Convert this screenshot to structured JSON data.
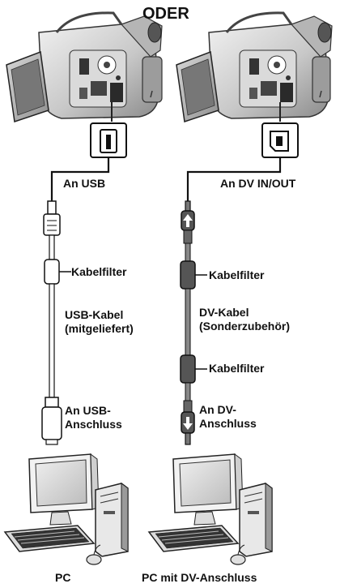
{
  "header": {
    "title": "ODER"
  },
  "left": {
    "connect_label": "An USB",
    "filter_label": "Kabelfilter",
    "cable_label_1": "USB-Kabel",
    "cable_label_2": "(mitgeliefert)",
    "port_label_1": "An USB-",
    "port_label_2": "Anschluss",
    "pc_label": "PC"
  },
  "right": {
    "connect_label": "An DV IN/OUT",
    "filter_top_label": "Kabelfilter",
    "cable_label_1": "DV-Kabel",
    "cable_label_2": "(Sonderzubehör)",
    "filter_bottom_label": "Kabelfilter",
    "port_label_1": "An DV-",
    "port_label_2": "Anschluss",
    "pc_label": "PC mit DV-Anschluss"
  },
  "colors": {
    "ink": "#111111",
    "body_light": "#e6e6e6",
    "body_mid": "#bdbdbd",
    "body_dark": "#6f6f6f",
    "screen": "#9a9a9a"
  }
}
